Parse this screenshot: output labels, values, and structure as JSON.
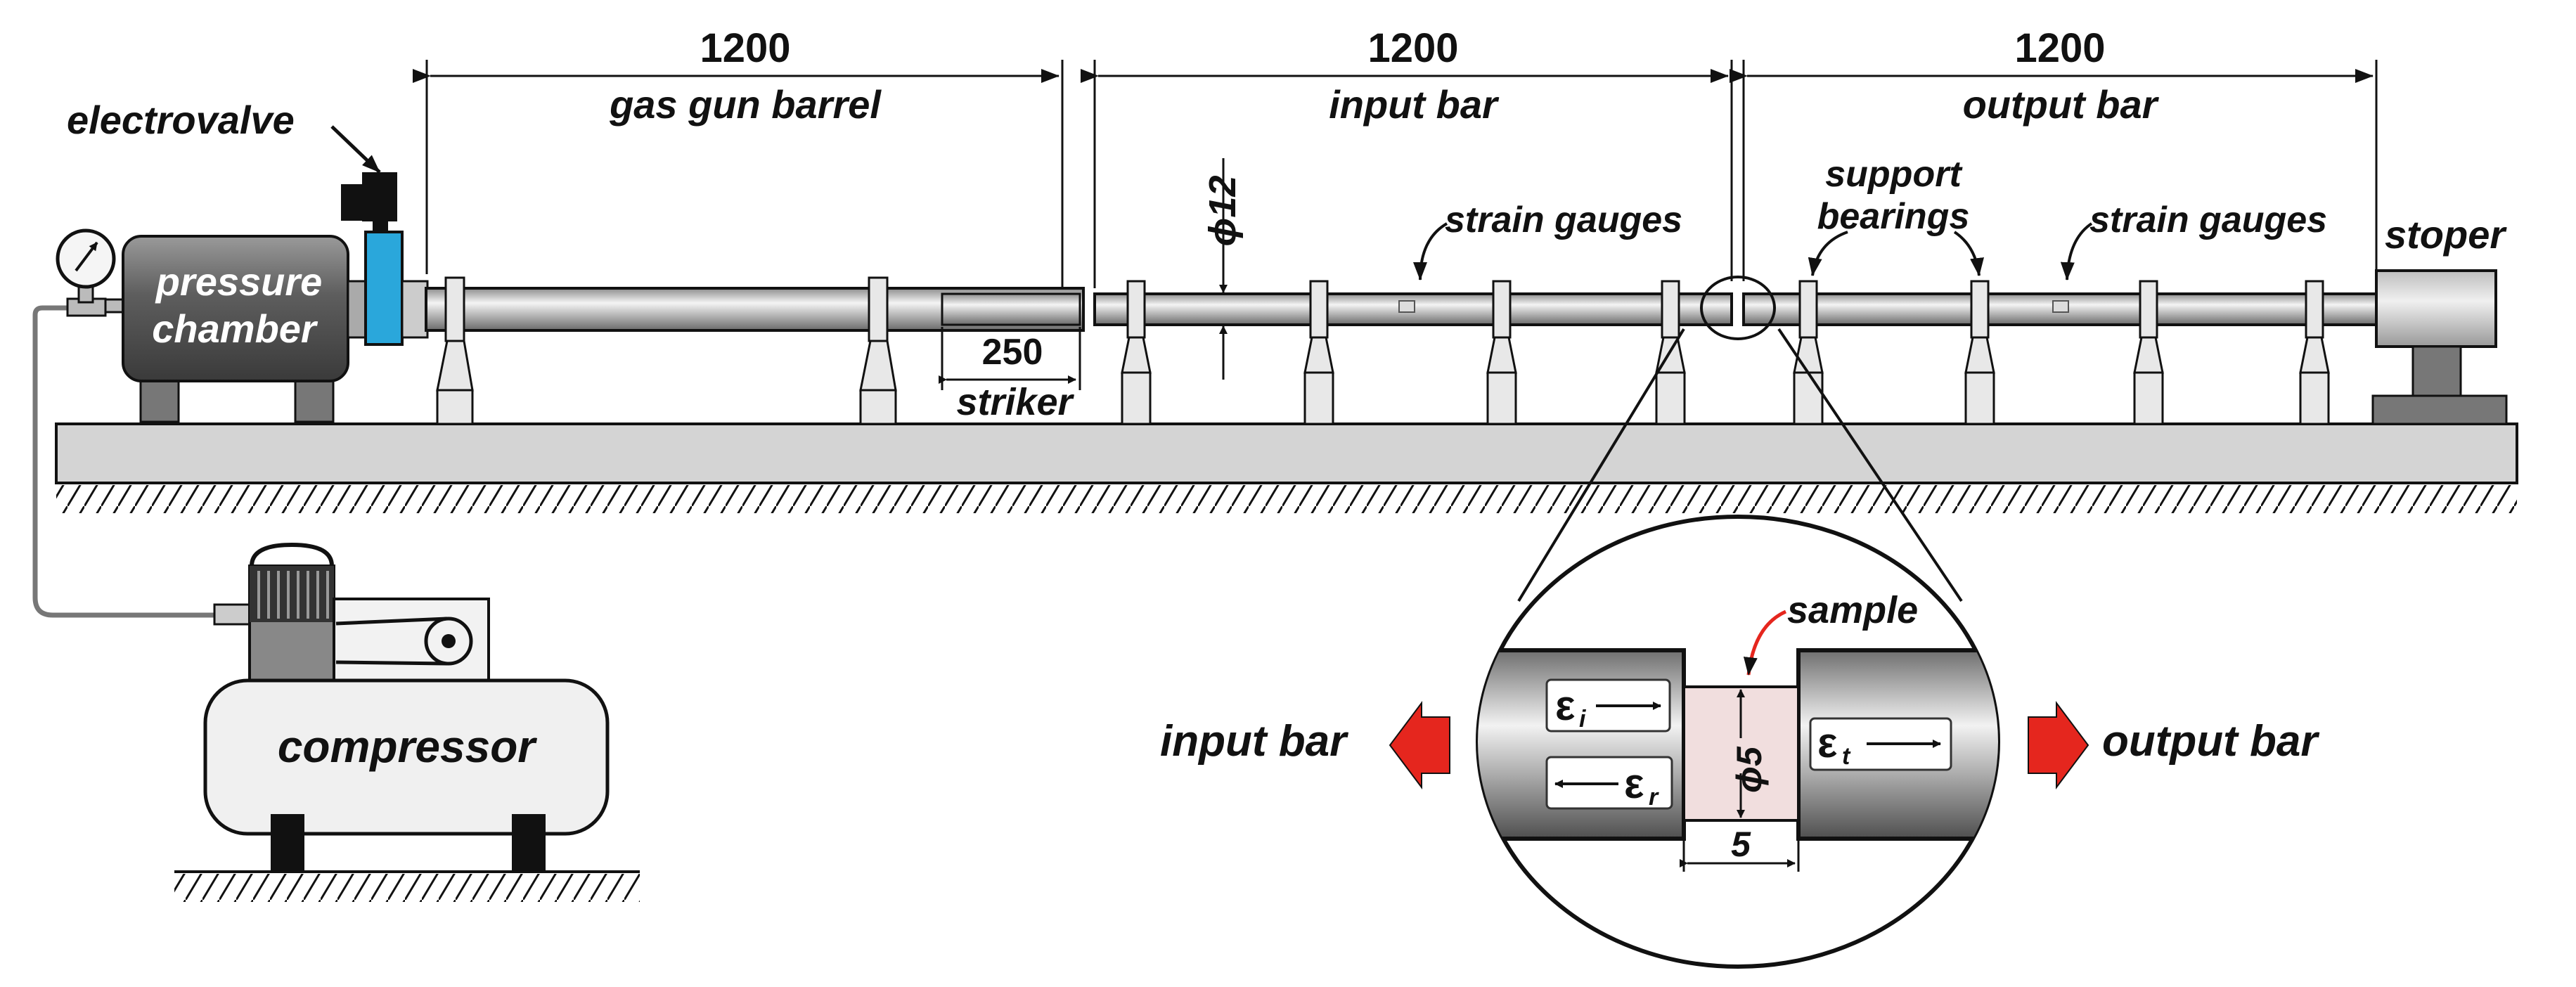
{
  "dimensions": {
    "barrel_length": "1200",
    "input_bar_length": "1200",
    "output_bar_length": "1200",
    "striker_length": "250",
    "bar_diameter": "ϕ12",
    "sample_diameter": "ϕ5",
    "sample_length": "5"
  },
  "labels": {
    "electrovalve": "electrovalve",
    "gas_gun_barrel": "gas gun barrel",
    "input_bar": "input bar",
    "output_bar": "output bar",
    "pressure": "pressure",
    "chamber": "chamber",
    "striker": "striker",
    "strain_gauges_input": "strain gauges",
    "strain_gauges_output": "strain gauges",
    "support": "support",
    "bearings": "bearings",
    "stoper": "stoper",
    "compressor": "compressor",
    "sample": "sample",
    "detail_input_bar": "input bar",
    "detail_output_bar": "output bar"
  },
  "strains": {
    "incident": "ε",
    "incident_sub": "i",
    "reflected": "ε",
    "reflected_sub": "r",
    "transmitted": "ε",
    "transmitted_sub": "t"
  },
  "colors": {
    "valve": "#2aa7db",
    "arrow_red": "#e5261e",
    "sample_fill": "#f1dede",
    "base": "#d4d4d4",
    "chamber": "#757575",
    "dark": "#222222"
  }
}
